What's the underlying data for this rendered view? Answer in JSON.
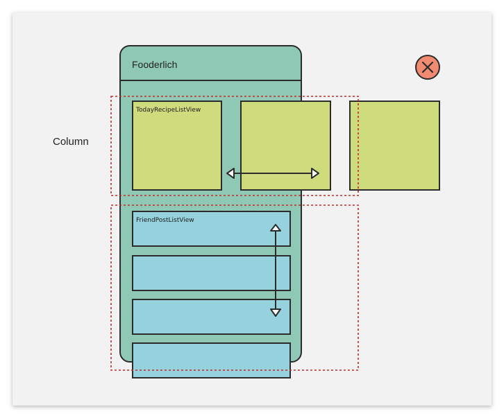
{
  "diagram": {
    "side_label": "Column",
    "app_title": "Fooderlich",
    "recipe_list_label": "TodayRecipeListView",
    "friend_list_label": "FriendPostListView",
    "close_icon": "close-x-icon",
    "colors": {
      "background": "#f2f2f2",
      "phone": "#8fc9b6",
      "recipe_card": "#cfdc7d",
      "friend_row": "#96d2dd",
      "dashed_outline": "#c62828",
      "close_button": "#f08a70",
      "stroke": "#2b2b2b"
    }
  }
}
